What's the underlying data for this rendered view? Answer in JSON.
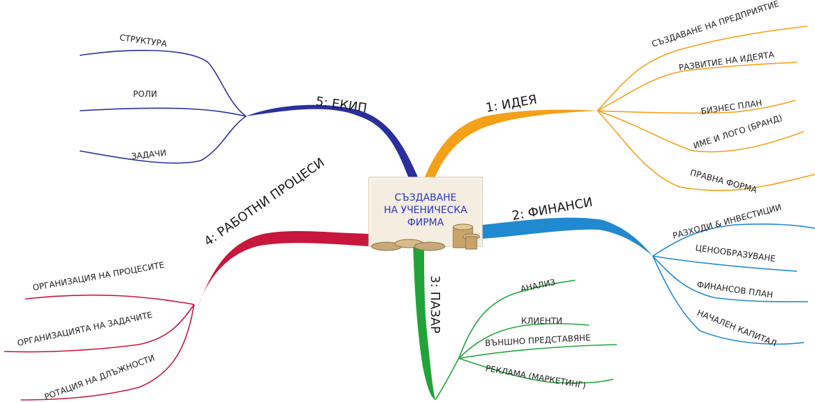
{
  "center": {
    "lines": [
      "СЪЗДАВАНЕ",
      "НА УЧЕНИЧЕСКА",
      "ФИРМА"
    ]
  },
  "branches": {
    "idea": {
      "label": "1: ИДЕЯ",
      "color": "#f5a019",
      "children": [
        "СЪЗДАВАНЕ НА ПРЕДПРИЯТИЕ",
        "РАЗВИТИЕ НА ИДЕЯТА",
        "БИЗНЕС ПЛАН",
        "ИМЕ И ЛОГО (БРАНД)",
        "ПРАВНА ФОРМА"
      ]
    },
    "finance": {
      "label": "2: ФИНАНСИ",
      "color": "#2189d0",
      "children": [
        "РАЗХОДИ & ИНВЕСТИЦИИ",
        "ЦЕНООБРАЗУВАНЕ",
        "ФИНАНСОВ ПЛАН",
        "НАЧАЛЕН КАПИТАЛ"
      ]
    },
    "market": {
      "label": "3: ПАЗАР",
      "color": "#22a33a",
      "children": [
        "АНАЛИЗ",
        "КЛИЕНТИ",
        "ВЪНШНО ПРЕДСТАВЯНЕ",
        "РЕКЛАМА (МАРКЕТИНГ)"
      ]
    },
    "processes": {
      "label": "4: РАБОТНИ ПРОЦЕСИ",
      "color": "#c8173c",
      "children": [
        "ОРГАНИЗАЦИЯ НА ПРОЦЕСИТЕ",
        "ОРГАНИЗАЦИЯТА НА ЗАДАЧИТЕ",
        "РОТАЦИЯ НА ДЛЪЖНОСТИ"
      ]
    },
    "team": {
      "label": "5: ЕКИП",
      "color": "#2b2f9e",
      "children": [
        "СТРУКТУРА",
        "РОЛИ",
        "ЗАДАЧИ"
      ]
    }
  }
}
